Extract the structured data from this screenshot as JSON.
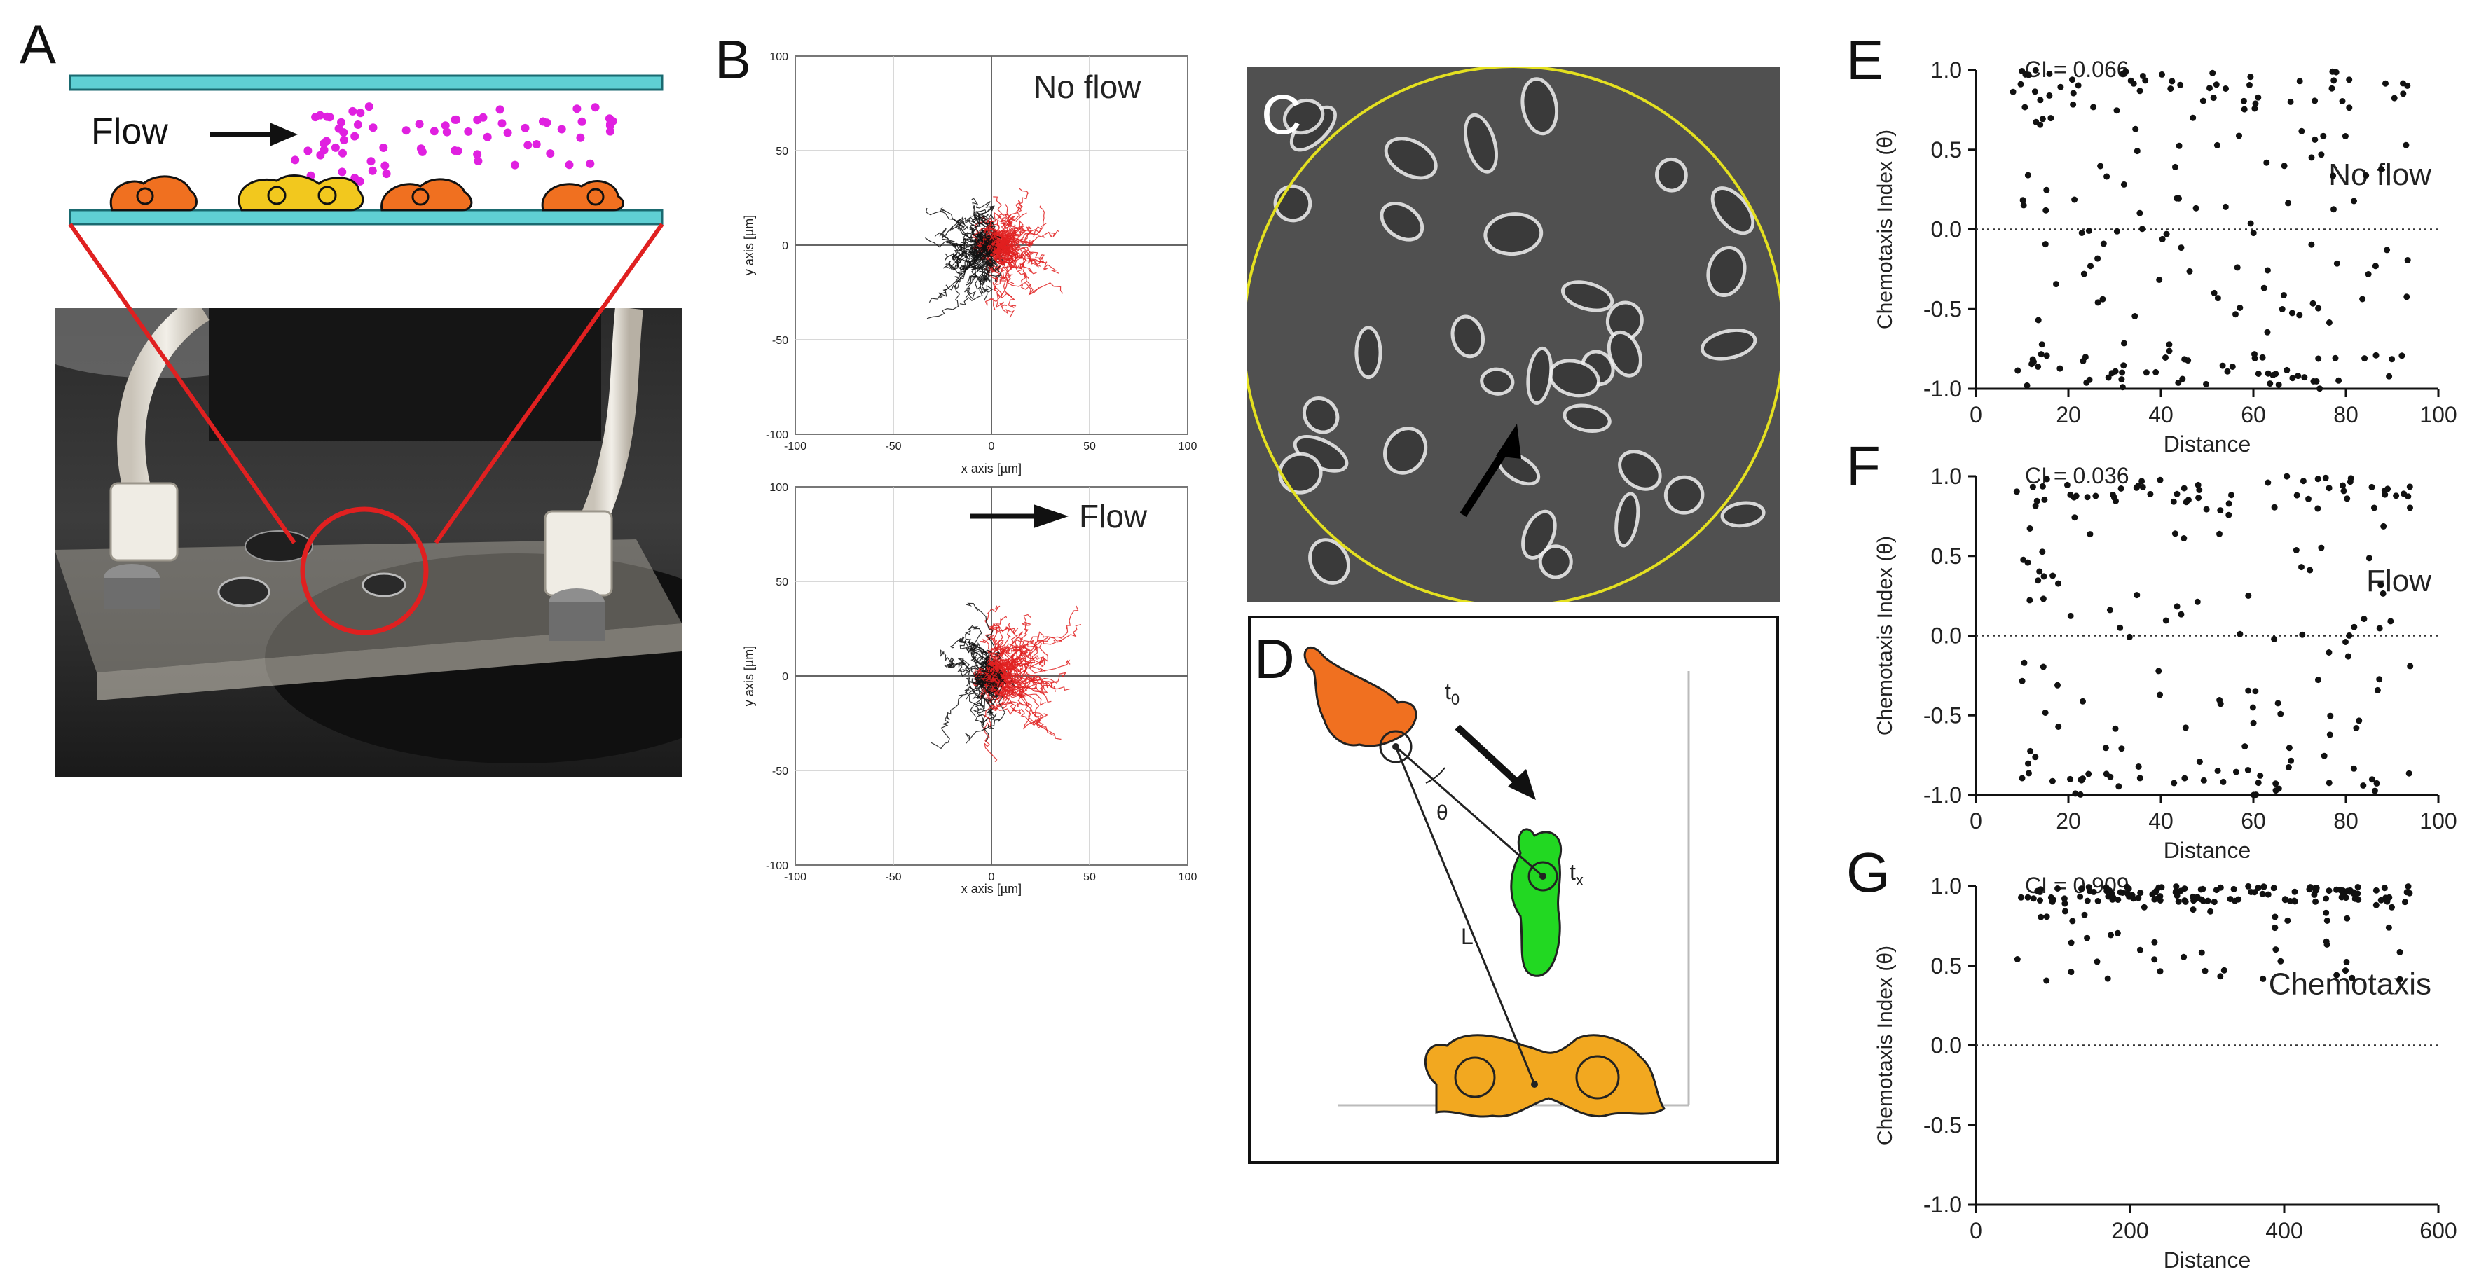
{
  "panels": {
    "a": {
      "letter": "A",
      "flow_label": "Flow"
    },
    "b": {
      "letter": "B"
    },
    "c": {
      "letter": "C"
    },
    "d": {
      "letter": "D",
      "t0": "t",
      "t0_sub": "0",
      "tx": "t",
      "tx_sub": "x",
      "theta": "θ",
      "length": "L"
    },
    "e": {
      "letter": "E"
    },
    "f": {
      "letter": "F"
    },
    "g": {
      "letter": "G"
    }
  },
  "colors": {
    "cyan": "#5fd0d4",
    "red": "#e02020",
    "orange": "#f07020",
    "yellow": "#f2c81e",
    "green": "#22d822",
    "magenta": "#e020e0"
  },
  "chart_data": [
    {
      "id": "B-top",
      "type": "line",
      "annotation": "No flow",
      "xlabel": "x axis [µm]",
      "ylabel": "y axis [µm]",
      "xlim": [
        -100,
        100
      ],
      "ylim": [
        -100,
        100
      ],
      "x_ticks": [
        "-100",
        "-50",
        "0",
        "50",
        "100"
      ],
      "y_ticks": [
        "100",
        "50",
        "0",
        "-50",
        "-100"
      ],
      "grid": true,
      "series_colors": [
        "#111111",
        "#e02020"
      ],
      "note": "cell migration tracks from origin; black tracks end at x<0, red tracks end at x>0"
    },
    {
      "id": "B-bottom",
      "type": "line",
      "annotation": "Flow",
      "xlabel": "x axis [µm]",
      "ylabel": "y axis [µm]",
      "xlim": [
        -100,
        100
      ],
      "ylim": [
        -100,
        100
      ],
      "x_ticks": [
        "-100",
        "-50",
        "0",
        "50",
        "100"
      ],
      "y_ticks": [
        "100",
        "50",
        "0",
        "-50",
        "-100"
      ],
      "grid": true,
      "series_colors": [
        "#111111",
        "#e02020"
      ]
    },
    {
      "id": "E",
      "type": "scatter",
      "ci_label": "CI = 0.066",
      "annotation": "No flow",
      "xlabel": "Distance",
      "ylabel": "Chemotaxis Index (θ)",
      "xlim": [
        0,
        100
      ],
      "ylim": [
        -1.0,
        1.0
      ],
      "x_ticks": [
        "0",
        "20",
        "40",
        "60",
        "80",
        "100"
      ],
      "y_ticks": [
        "1.0",
        "0.5",
        "0.0",
        "-0.5",
        "-1.0"
      ],
      "zero_line": "dotted",
      "point_count": 200,
      "y_distribution": "uniform",
      "seed": 11
    },
    {
      "id": "F",
      "type": "scatter",
      "ci_label": "CI = 0.036",
      "annotation": "Flow",
      "xlabel": "Distance",
      "ylabel": "Chemotaxis Index (θ)",
      "xlim": [
        0,
        100
      ],
      "ylim": [
        -1.0,
        1.0
      ],
      "x_ticks": [
        "0",
        "20",
        "40",
        "60",
        "80",
        "100"
      ],
      "y_ticks": [
        "1.0",
        "0.5",
        "0.0",
        "-0.5",
        "-1.0"
      ],
      "zero_line": "dotted",
      "point_count": 180,
      "y_distribution": "uniform",
      "seed": 23
    },
    {
      "id": "G",
      "type": "scatter",
      "ci_label": "CI = 0.909",
      "annotation": "Chemotaxis",
      "xlabel": "Distance",
      "ylabel": "Chemotaxis Index (θ)",
      "xlim": [
        0,
        600
      ],
      "ylim": [
        -1.0,
        1.0
      ],
      "x_ticks": [
        "0",
        "200",
        "400",
        "600"
      ],
      "y_ticks": [
        "1.0",
        "0.5",
        "0.0",
        "-0.5",
        "-1.0"
      ],
      "zero_line": "dotted",
      "point_count": 170,
      "y_distribution": "high",
      "seed": 37
    }
  ]
}
